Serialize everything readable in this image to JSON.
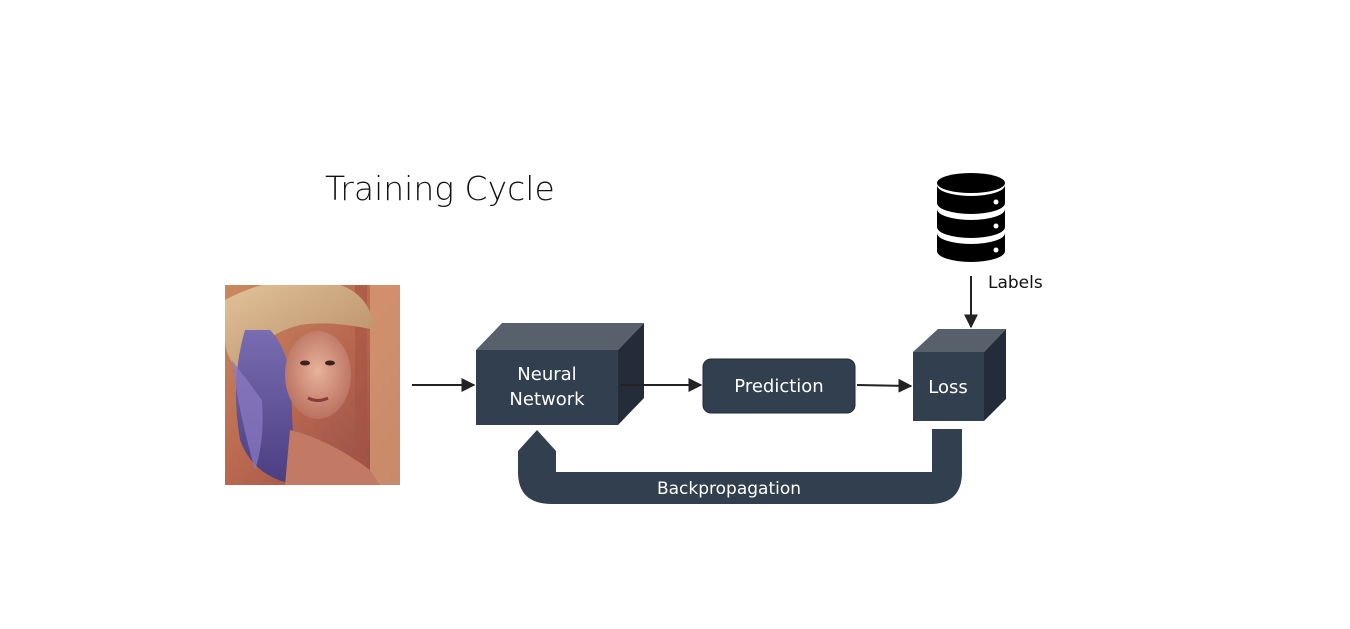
{
  "title": "Training Cycle",
  "nodes": {
    "neural_network": {
      "line1": "Neural",
      "line2": "Network"
    },
    "prediction": "Prediction",
    "loss": "Loss"
  },
  "labels_text": "Labels",
  "backprop_text": "Backpropagation",
  "colors": {
    "box_front": "#323f4f",
    "box_top": "#58606c",
    "box_side": "#232c38",
    "arrow": "#222222",
    "text_dark": "#111111"
  },
  "icons": {
    "input_image": "portrait-photo",
    "label_store": "database-icon"
  }
}
